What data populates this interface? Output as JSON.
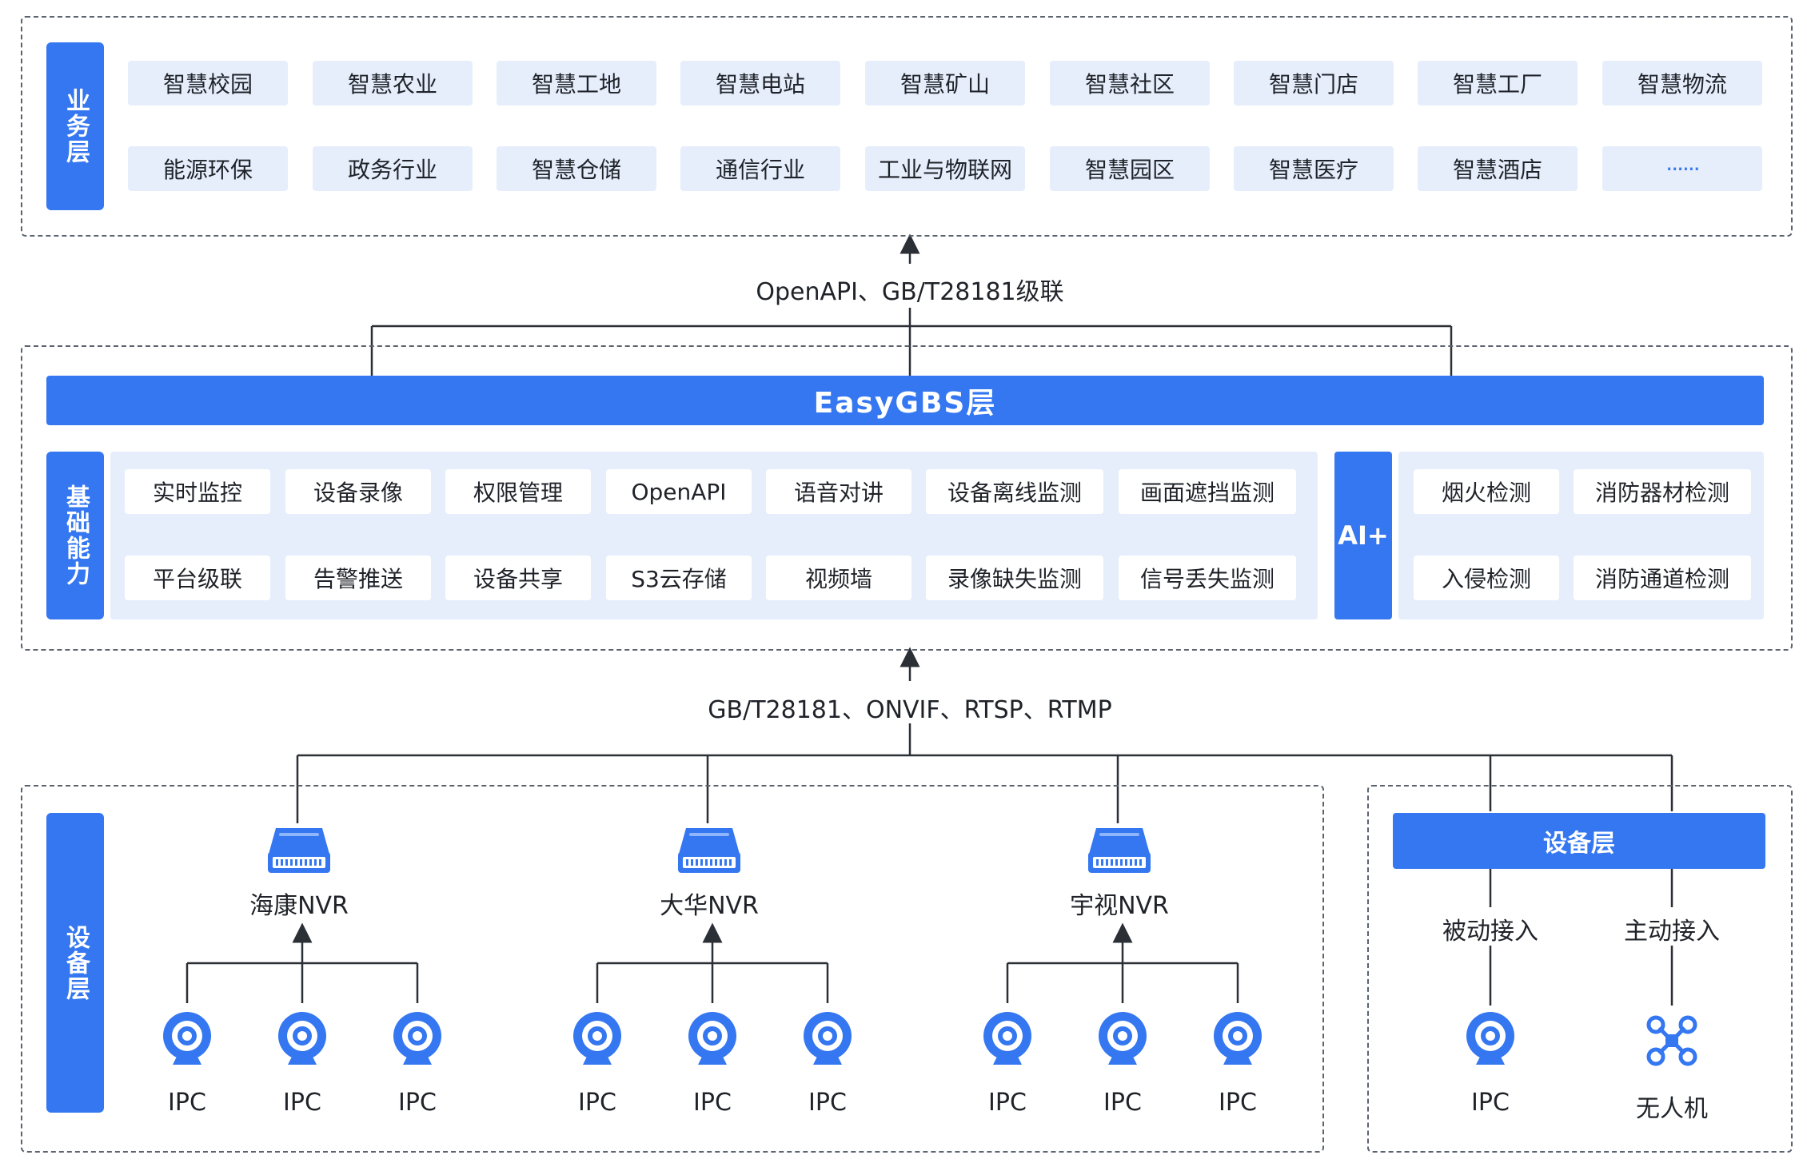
{
  "business_layer": {
    "label": "业务层",
    "row1": [
      "智慧校园",
      "智慧农业",
      "智慧工地",
      "智慧电站",
      "智慧矿山",
      "智慧社区",
      "智慧门店",
      "智慧工厂",
      "智慧物流"
    ],
    "row2": [
      "能源环保",
      "政务行业",
      "智慧仓储",
      "通信行业",
      "工业与物联网",
      "智慧园区",
      "智慧医疗",
      "智慧酒店",
      "······"
    ]
  },
  "upper_protocol": "OpenAPI、GB/T28181级联",
  "easygbs": {
    "banner": "EasyGBS层",
    "base_label": "基础能力",
    "base_row1": [
      "实时监控",
      "设备录像",
      "权限管理",
      "OpenAPI",
      "语音对讲",
      "设备离线监测",
      "画面遮挡监测"
    ],
    "base_row2": [
      "平台级联",
      "告警推送",
      "设备共享",
      "S3云存储",
      "视频墙",
      "录像缺失监测",
      "信号丢失监测"
    ],
    "ai_label": "AI+",
    "ai_row1": [
      "烟火检测",
      "消防器材检测"
    ],
    "ai_row2": [
      "入侵检测",
      "消防通道检测"
    ]
  },
  "lower_protocol": "GB/T28181、ONVIF、RTSP、RTMP",
  "device_layer": {
    "label": "设备层",
    "nvrs": [
      {
        "name": "海康NVR",
        "cameras": [
          "IPC",
          "IPC",
          "IPC"
        ]
      },
      {
        "name": "大华NVR",
        "cameras": [
          "IPC",
          "IPC",
          "IPC"
        ]
      },
      {
        "name": "宇视NVR",
        "cameras": [
          "IPC",
          "IPC",
          "IPC"
        ]
      }
    ]
  },
  "device_layer_right": {
    "banner": "设备层",
    "passive": "被动接入",
    "active": "主动接入",
    "passive_device": "IPC",
    "active_device": "无人机"
  },
  "colors": {
    "accent": "#3477f1",
    "light_panel": "#e6eefc",
    "line": "#2b2f36"
  }
}
